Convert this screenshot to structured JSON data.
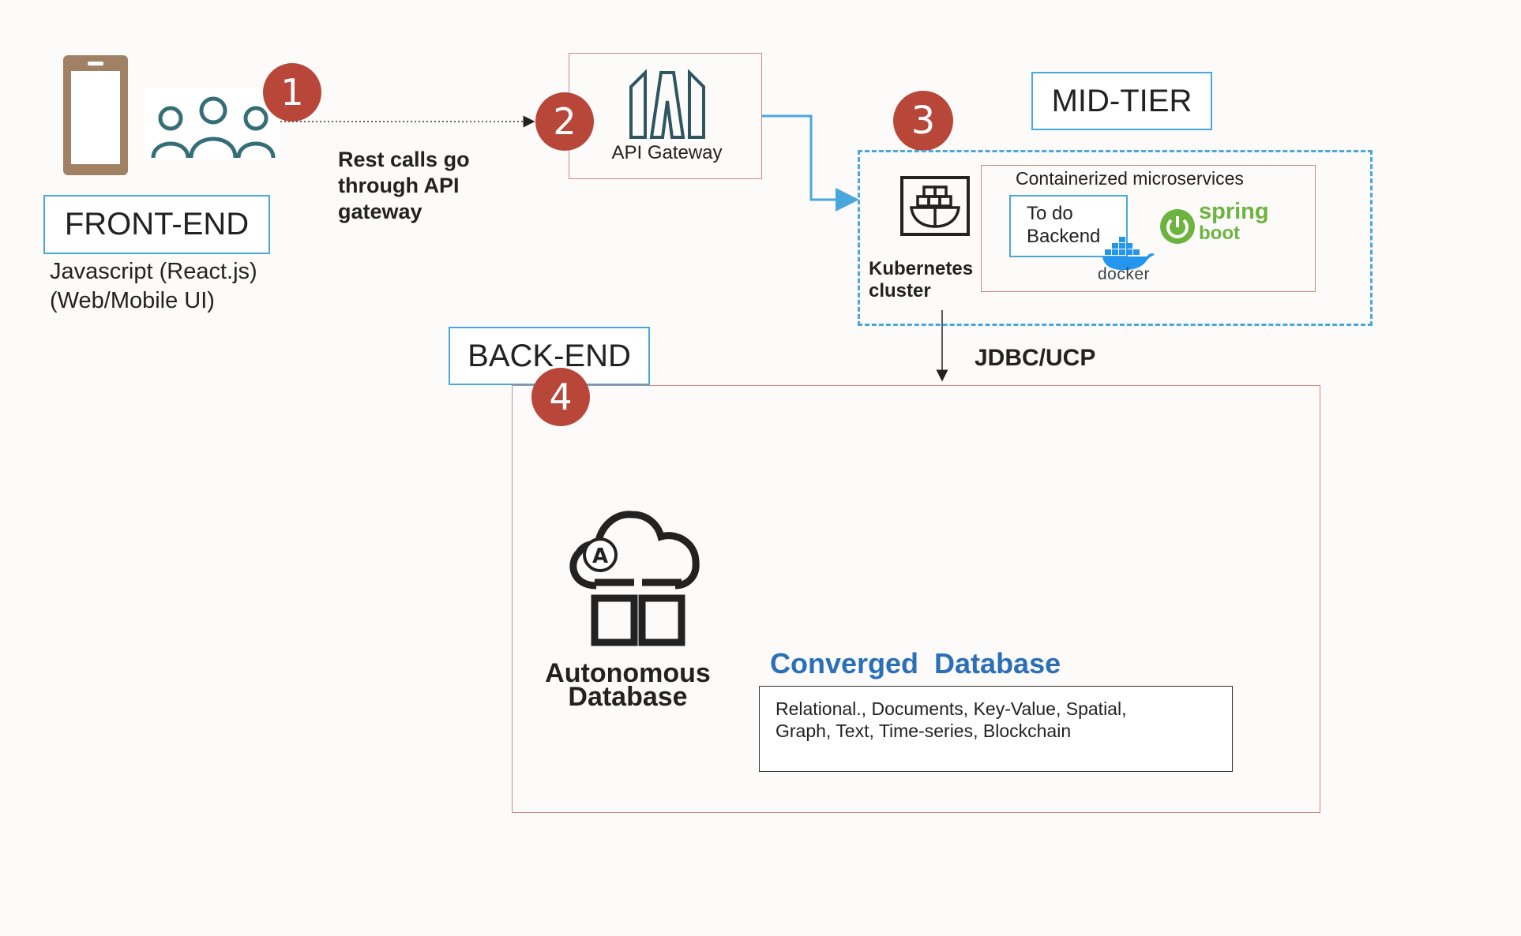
{
  "frontend": {
    "label": "FRONT-END",
    "desc_line1": "Javascript (React.js)",
    "desc_line2": "(Web/Mobile UI)",
    "badge": "1"
  },
  "rest_note": {
    "line1": "Rest calls go",
    "line2": "through API",
    "line3": "gateway"
  },
  "api_gateway": {
    "label": "API Gateway",
    "badge": "2"
  },
  "midtier": {
    "label": "MID-TIER",
    "badge": "3",
    "k8s_line1": "Kubernetes",
    "k8s_line2": "cluster",
    "containers_title": "Containerized microservices",
    "todo_line1": "To do",
    "todo_line2": "Backend",
    "docker_label": "docker",
    "spring_line1": "spring",
    "spring_line2": "boot"
  },
  "connector_label": "JDBC/UCP",
  "backend": {
    "label": "BACK-END",
    "badge": "4",
    "adb_line1": "Autonomous",
    "adb_line2": "Database",
    "converged_title": "Converged  Database",
    "converged_line1": "Relational., Documents, Key-Value, Spatial,",
    "converged_line2": "Graph, Text, Time-series, Blockchain"
  },
  "colors": {
    "badge": "#b8473a",
    "label_border": "#4aa7dc",
    "phone": "#a08164",
    "people": "#356e76",
    "converged_title": "#2a6fb8",
    "spring": "#6db33f",
    "docker": "#2496ed"
  }
}
